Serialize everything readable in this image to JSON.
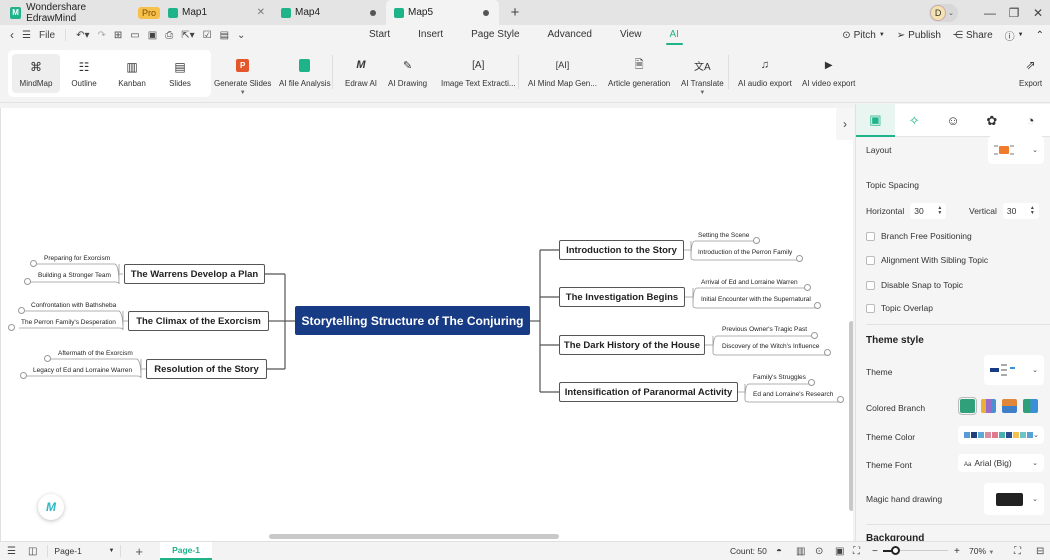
{
  "titlebar": {
    "app_name": "Wondershare EdrawMind",
    "badge": "Pro",
    "tabs": [
      {
        "label": "Map1",
        "state": "close"
      },
      {
        "label": "Map4",
        "state": "unsaved"
      },
      {
        "label": "Map5",
        "state": "unsaved",
        "active": true
      }
    ],
    "new_tab": "+",
    "avatar_initial": "D"
  },
  "menubar": {
    "file_label": "File",
    "tabs": [
      "Start",
      "Insert",
      "Page Style",
      "Advanced",
      "View",
      "AI"
    ],
    "active_tab": "AI",
    "right": {
      "pitch": "Pitch",
      "publish": "Publish",
      "share": "Share"
    }
  },
  "ribbon": {
    "views": [
      {
        "label": "MindMap",
        "active": true
      },
      {
        "label": "Outline"
      },
      {
        "label": "Kanban"
      },
      {
        "label": "Slides"
      }
    ],
    "buttons": [
      "Generate Slides",
      "AI file Analysis",
      "Edraw AI",
      "AI Drawing",
      "Image Text Extracti...",
      "AI Mind Map Gen...",
      "Article generation",
      "AI Translate",
      "AI audio export",
      "AI video export",
      "Export"
    ]
  },
  "mindmap": {
    "root": "Storytelling Structure of The Conjuring",
    "left": [
      {
        "title": "The Warrens Develop a Plan",
        "children": [
          "Preparing for Exorcism",
          "Building a Stronger Team"
        ]
      },
      {
        "title": "The Climax of the Exorcism",
        "children": [
          "Confrontation with Bathsheba",
          "The Perron Family's Desperation"
        ]
      },
      {
        "title": "Resolution of the Story",
        "children": [
          "Aftermath of the Exorcism",
          "Legacy of Ed and Lorraine Warren"
        ]
      }
    ],
    "right": [
      {
        "title": "Introduction to the Story",
        "children": [
          "Setting the Scene",
          "Introduction of the Perron Family"
        ]
      },
      {
        "title": "The Investigation Begins",
        "children": [
          "Arrival of Ed and Lorraine Warren",
          "Initial Encounter with the Supernatural"
        ]
      },
      {
        "title": "The Dark History of the House",
        "children": [
          "Previous Owner's Tragic Past",
          "Discovery of the Witch's Influence"
        ]
      },
      {
        "title": "Intensification of Paranormal Activity",
        "children": [
          "Family's Struggles",
          "Ed and Lorraine's Research"
        ]
      }
    ]
  },
  "panel": {
    "layout_label": "Layout",
    "topic_spacing_label": "Topic Spacing",
    "horizontal_label": "Horizontal",
    "horizontal_value": "30",
    "vertical_label": "Vertical",
    "vertical_value": "30",
    "checkboxes": [
      "Branch Free Positioning",
      "Alignment With Sibling Topic",
      "Disable Snap to Topic",
      "Topic Overlap"
    ],
    "theme_style_label": "Theme style",
    "theme_label": "Theme",
    "colored_branch_label": "Colored Branch",
    "theme_color_label": "Theme Color",
    "theme_font_label": "Theme Font",
    "theme_font_value": "Arial (Big)",
    "magic_hand_label": "Magic hand drawing",
    "background_label": "Background",
    "theme_colors": [
      "#5b9bd5",
      "#1f3f7a",
      "#5fa8d3",
      "#d98fa0",
      "#e07a8f",
      "#4bb0b0",
      "#2e4d8c",
      "#f2c14e",
      "#6cc3c8",
      "#5aa0d8"
    ]
  },
  "statusbar": {
    "page_select": "Page-1",
    "page_tab": "Page-1",
    "count": "Count: 50",
    "zoom": "70%"
  },
  "colors": {
    "accent": "#1fb38a",
    "root_fill": "#173b84"
  }
}
